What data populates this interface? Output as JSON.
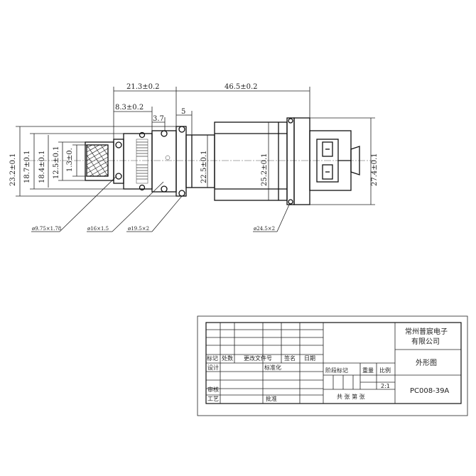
{
  "dimensions": {
    "top_left_length": "21.3±0.2",
    "top_right_length": "46.5±0.2",
    "inner_length": "8.3±0.2",
    "step_37": "3.7",
    "step_5": "5",
    "dia_232": "23.2±0.1",
    "dia_187": "18.7±0.1",
    "dia_184": "18.4±0.1",
    "dia_125": "12.5±0.1",
    "dia_13": "1.3±0.",
    "dia_225": "22.5±0.1",
    "dia_252": "25.2±0.1",
    "dia_274": "27.4±0.1"
  },
  "orings": {
    "oring_1": "ø9.75×1.78",
    "oring_2": "ø16×1.5",
    "oring_3": "ø19.5×2",
    "oring_4": "ø24.5×2"
  },
  "title_block": {
    "company": "常州普宸电子有限公司",
    "company_line1": "常州普宸电子",
    "company_line2": "有限公司",
    "drawing_name": "外形图",
    "drawing_number": "PC008-39A",
    "scale": "2:1",
    "labels": {
      "mark": "标记",
      "count": "处数",
      "change_doc": "更改文件号",
      "signature": "签名",
      "date": "日期",
      "design": "设计",
      "standardize": "标准化",
      "stage_mark": "阶段标记",
      "weight": "重量",
      "ratio": "比例",
      "review": "审核",
      "process": "工艺",
      "approve": "批准",
      "sheets": "共  张 第  张"
    }
  }
}
